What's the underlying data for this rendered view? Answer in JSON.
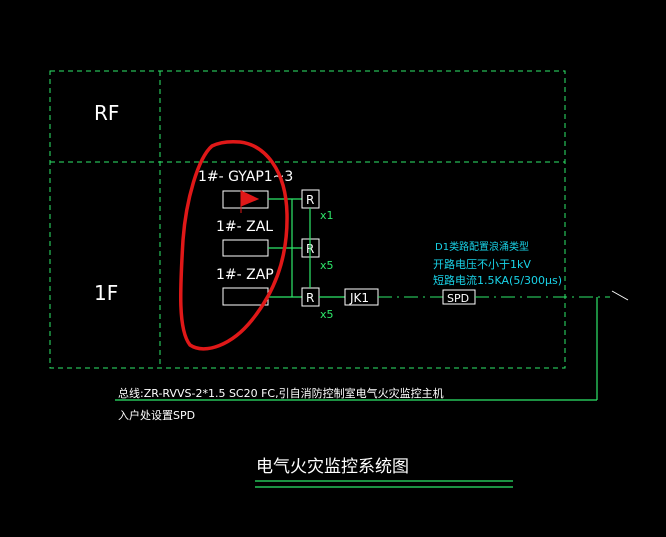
{
  "floors": {
    "roof": "RF",
    "first": "1F"
  },
  "panels": [
    {
      "label": "1#- GYAP1~3",
      "multiplier": "x1"
    },
    {
      "label": "1#- ZAL",
      "multiplier": "x5"
    },
    {
      "label": "1#- ZAP",
      "multiplier": "x5"
    }
  ],
  "module_label": "R",
  "junction_label": "JK1",
  "spd_label": "SPD",
  "spd_notes": [
    "D1类路配置浪涌类型",
    "开路电压不小于1kV",
    "短路电流1.5KA(5/300µs)"
  ],
  "bus_note": "总线:ZR-RVVS-2*1.5  SC20  FC,引自消防控制室电气火灾监控主机",
  "entry_note": "入户处设置SPD",
  "title": "电气火灾监控系统图",
  "colors": {
    "line": "#2ee86a",
    "text": "#ffffff",
    "note": "#19d3e8",
    "highlight": "#e01818"
  }
}
